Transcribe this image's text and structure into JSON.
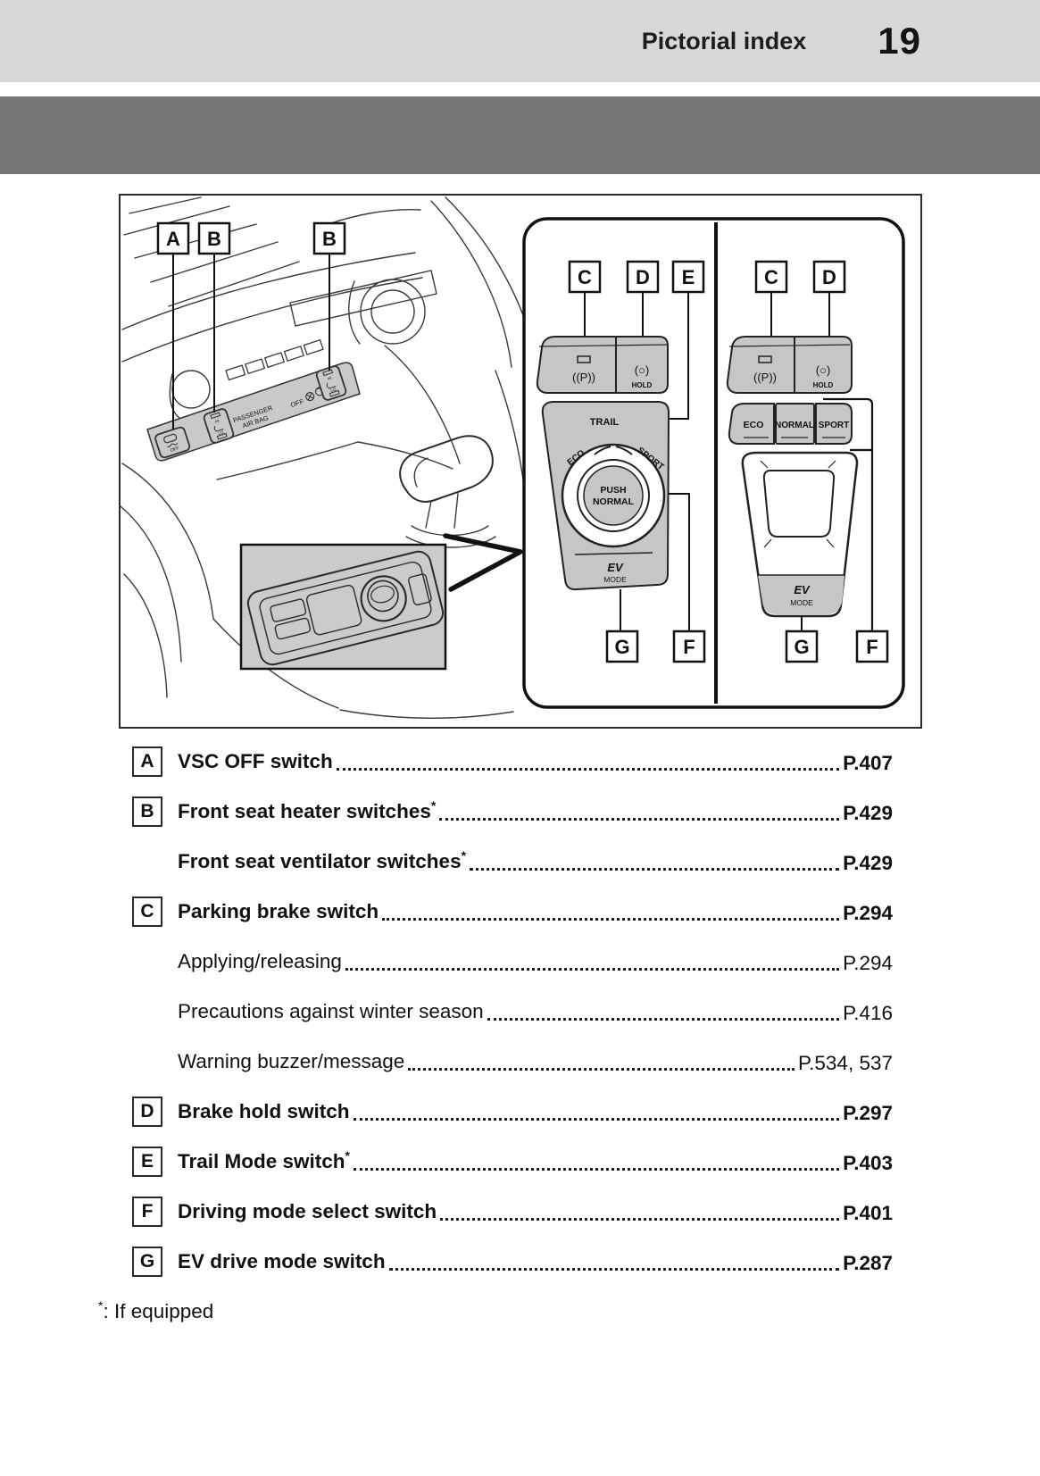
{
  "header": {
    "title": "Pictorial index",
    "page_number": "19"
  },
  "figure": {
    "labels": {
      "A": "A",
      "B": "B",
      "C": "C",
      "D": "D",
      "E": "E",
      "F": "F",
      "G": "G"
    },
    "switches": {
      "trail": "TRAIL",
      "eco": "ECO",
      "normal": "NORMAL",
      "sport": "SPORT",
      "push_line1": "PUSH",
      "push_line2": "NORMAL",
      "ev": "EV",
      "mode": "MODE",
      "park_symbol": "((P))",
      "hold_symbol": "(○)",
      "hold": "HOLD"
    },
    "panel_strip": {
      "line1": "PASSENGER",
      "line2": "AIR BAG",
      "off": "OFF"
    },
    "small_switch_off": "OFF",
    "hi": "HI",
    "lo": "LO"
  },
  "index": {
    "items": [
      {
        "letter": "A",
        "label": "VSC OFF switch",
        "sup": "",
        "page": "P.407",
        "bold": true
      },
      {
        "letter": "B",
        "label": "Front seat heater switches",
        "sup": "*",
        "page": "P.429",
        "bold": true
      },
      {
        "letter": "",
        "label": "Front seat ventilator switches",
        "sup": "*",
        "page": "P.429",
        "bold": true
      },
      {
        "letter": "C",
        "label": "Parking brake switch",
        "sup": "",
        "page": "P.294",
        "bold": true
      },
      {
        "letter": "",
        "label": "Applying/releasing",
        "sup": "",
        "page": "P.294",
        "bold": false
      },
      {
        "letter": "",
        "label": "Precautions against winter season",
        "sup": "",
        "page": "P.416",
        "bold": false
      },
      {
        "letter": "",
        "label": "Warning buzzer/message",
        "sup": "",
        "page": "P.534, 537",
        "bold": false
      },
      {
        "letter": "D",
        "label": "Brake hold switch",
        "sup": "",
        "page": "P.297",
        "bold": true
      },
      {
        "letter": "E",
        "label": "Trail Mode switch",
        "sup": "*",
        "page": "P.403",
        "bold": true
      },
      {
        "letter": "F",
        "label": "Driving mode select switch",
        "sup": "",
        "page": "P.401",
        "bold": true
      },
      {
        "letter": "G",
        "label": "EV drive mode switch",
        "sup": "",
        "page": "P.287",
        "bold": true
      }
    ]
  },
  "footnote": {
    "sup": "*",
    "text": ": If equipped"
  }
}
